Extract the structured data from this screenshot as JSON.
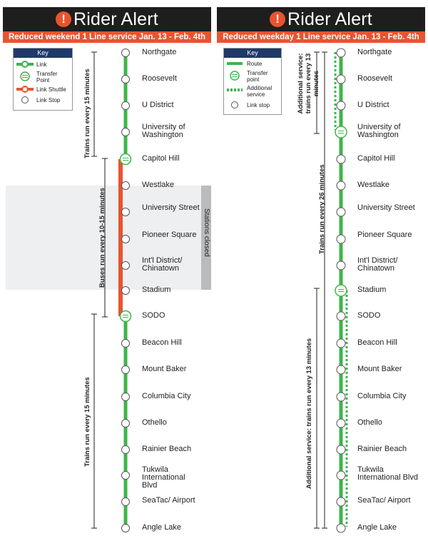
{
  "left": {
    "alert_icon": "!",
    "title": "Rider Alert",
    "subtitle": "Reduced weekend 1 Line service Jan. 13 - Feb. 4th",
    "key": {
      "title": "Key",
      "items": [
        {
          "label": "Link",
          "symbol": "green-line-icon"
        },
        {
          "label": "Transfer Point",
          "symbol": "transfer-point-icon"
        },
        {
          "label": "Link Shuttle",
          "symbol": "bus-shuttle-icon"
        },
        {
          "label": "Link Stop",
          "symbol": "stop-circle-icon"
        }
      ]
    },
    "frequencies": {
      "north": "Trains run every 15 minutes",
      "bus": "Buses run every 10-15 minutes",
      "south": "Trains run every 15 minutes"
    },
    "closed_label": "Stations closed"
  },
  "right": {
    "alert_icon": "!",
    "title": "Rider Alert",
    "subtitle": "Reduced weekday 1 Line service Jan. 13 - Feb. 4th",
    "key": {
      "title": "Key",
      "items": [
        {
          "label": "Route",
          "symbol": "green-line-icon"
        },
        {
          "label": "Transfer point",
          "symbol": "transfer-point-icon"
        },
        {
          "label": "Additional service",
          "symbol": "dashed-line-icon"
        },
        {
          "label": "Link stop",
          "symbol": "stop-circle-icon"
        }
      ]
    },
    "frequencies": {
      "north_additional": "Additional service: trains run every 13 minutes",
      "main": "Trains run every 26 minutes",
      "south_additional": "Additional service: trains run every 13 minutes"
    }
  },
  "stations": [
    "Northgate",
    "Roosevelt",
    "U District",
    "University of Washington",
    "Capitol Hill",
    "Westlake",
    "University Street",
    "Pioneer Square",
    "Int'l District/ Chinatown",
    "Stadium",
    "SODO",
    "Beacon Hill",
    "Mount Baker",
    "Columbia City",
    "Othello",
    "Rainier Beach",
    "Tukwila International Blvd",
    "SeaTac/ Airport",
    "Angle Lake"
  ],
  "colors": {
    "link_green": "#3db54a",
    "alert_orange": "#e8542f",
    "header_dark": "#1e1e1e",
    "key_navy": "#1f3a68",
    "closed_shade": "#eeeff1",
    "closed_bar": "#b9bbbd"
  }
}
